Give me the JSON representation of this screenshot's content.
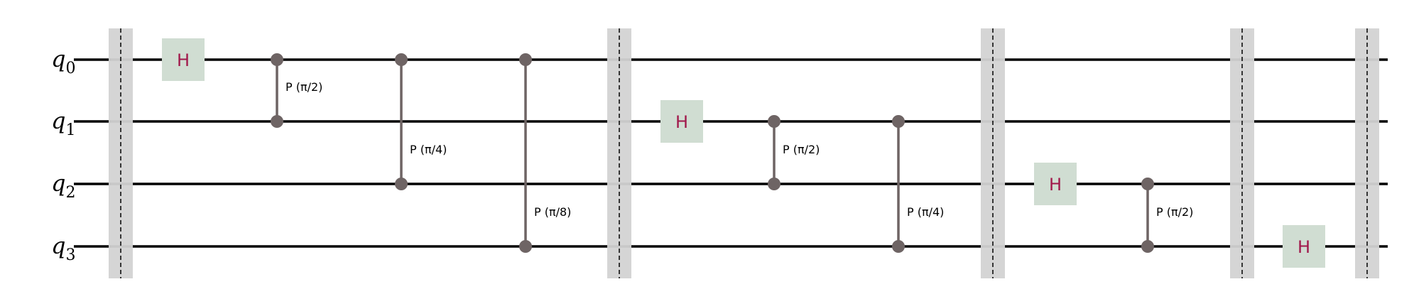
{
  "colors": {
    "wire": "#000000",
    "barrier_fill": "#d3d3d3",
    "barrier_line": "#000000",
    "h_fill": "#d0ddd2",
    "h_text": "#a1184b",
    "control": "#6e6464"
  },
  "qubits": [
    {
      "base": "q",
      "sub": "0"
    },
    {
      "base": "q",
      "sub": "1"
    },
    {
      "base": "q",
      "sub": "2"
    },
    {
      "base": "q",
      "sub": "3"
    }
  ],
  "ops": [
    {
      "kind": "barrier",
      "col": 0
    },
    {
      "kind": "h",
      "col": 1,
      "qubit": 0,
      "label": "H"
    },
    {
      "kind": "cp",
      "col": 2,
      "qubits": [
        0,
        1
      ],
      "label": "P (π/2)"
    },
    {
      "kind": "cp",
      "col": 3,
      "qubits": [
        0,
        2
      ],
      "label": "P (π/4)"
    },
    {
      "kind": "cp",
      "col": 4,
      "qubits": [
        0,
        3
      ],
      "label": "P (π/8)"
    },
    {
      "kind": "barrier",
      "col": 5
    },
    {
      "kind": "h",
      "col": 6,
      "qubit": 1,
      "label": "H"
    },
    {
      "kind": "cp",
      "col": 7,
      "qubits": [
        1,
        2
      ],
      "label": "P (π/2)"
    },
    {
      "kind": "cp",
      "col": 8,
      "qubits": [
        1,
        3
      ],
      "label": "P (π/4)"
    },
    {
      "kind": "barrier",
      "col": 9
    },
    {
      "kind": "h",
      "col": 10,
      "qubit": 2,
      "label": "H"
    },
    {
      "kind": "cp",
      "col": 11,
      "qubits": [
        2,
        3
      ],
      "label": "P (π/2)"
    },
    {
      "kind": "barrier",
      "col": 12
    },
    {
      "kind": "h",
      "col": 13,
      "qubit": 3,
      "label": "H"
    },
    {
      "kind": "barrier",
      "col": 14
    }
  ]
}
